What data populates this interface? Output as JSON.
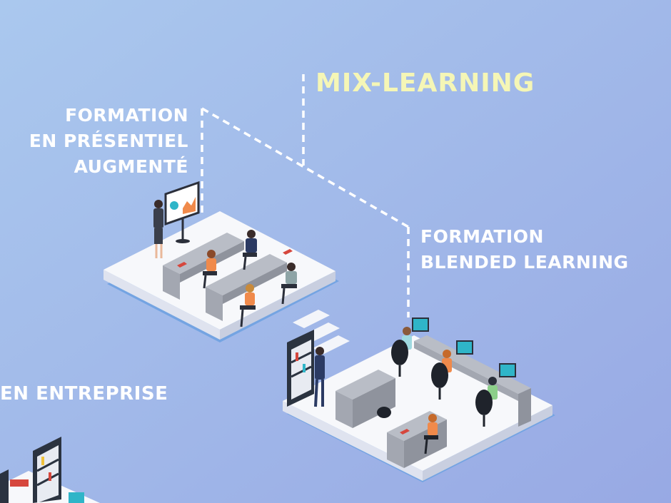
{
  "title": "MIX-LEARNING",
  "labels": {
    "presentiel": [
      "FORMATION",
      "EN PRÉSENTIEL",
      "AUGMENTÉ"
    ],
    "blended": [
      "FORMATION",
      "BLENDED LEARNING"
    ],
    "entreprise": "EN ENTREPRISE"
  },
  "colors": {
    "background_top": "#a8c3ea",
    "background_bottom": "#9aaee6",
    "title": "#f5f6b6",
    "label": "#ffffff",
    "floor": "#f7f8fb",
    "floor_shadow": "#6fa0e0",
    "desk": "#9a9ea8",
    "accent_orange": "#f08a4b",
    "accent_teal": "#2fb5c8",
    "suit_navy": "#2b3a63"
  }
}
